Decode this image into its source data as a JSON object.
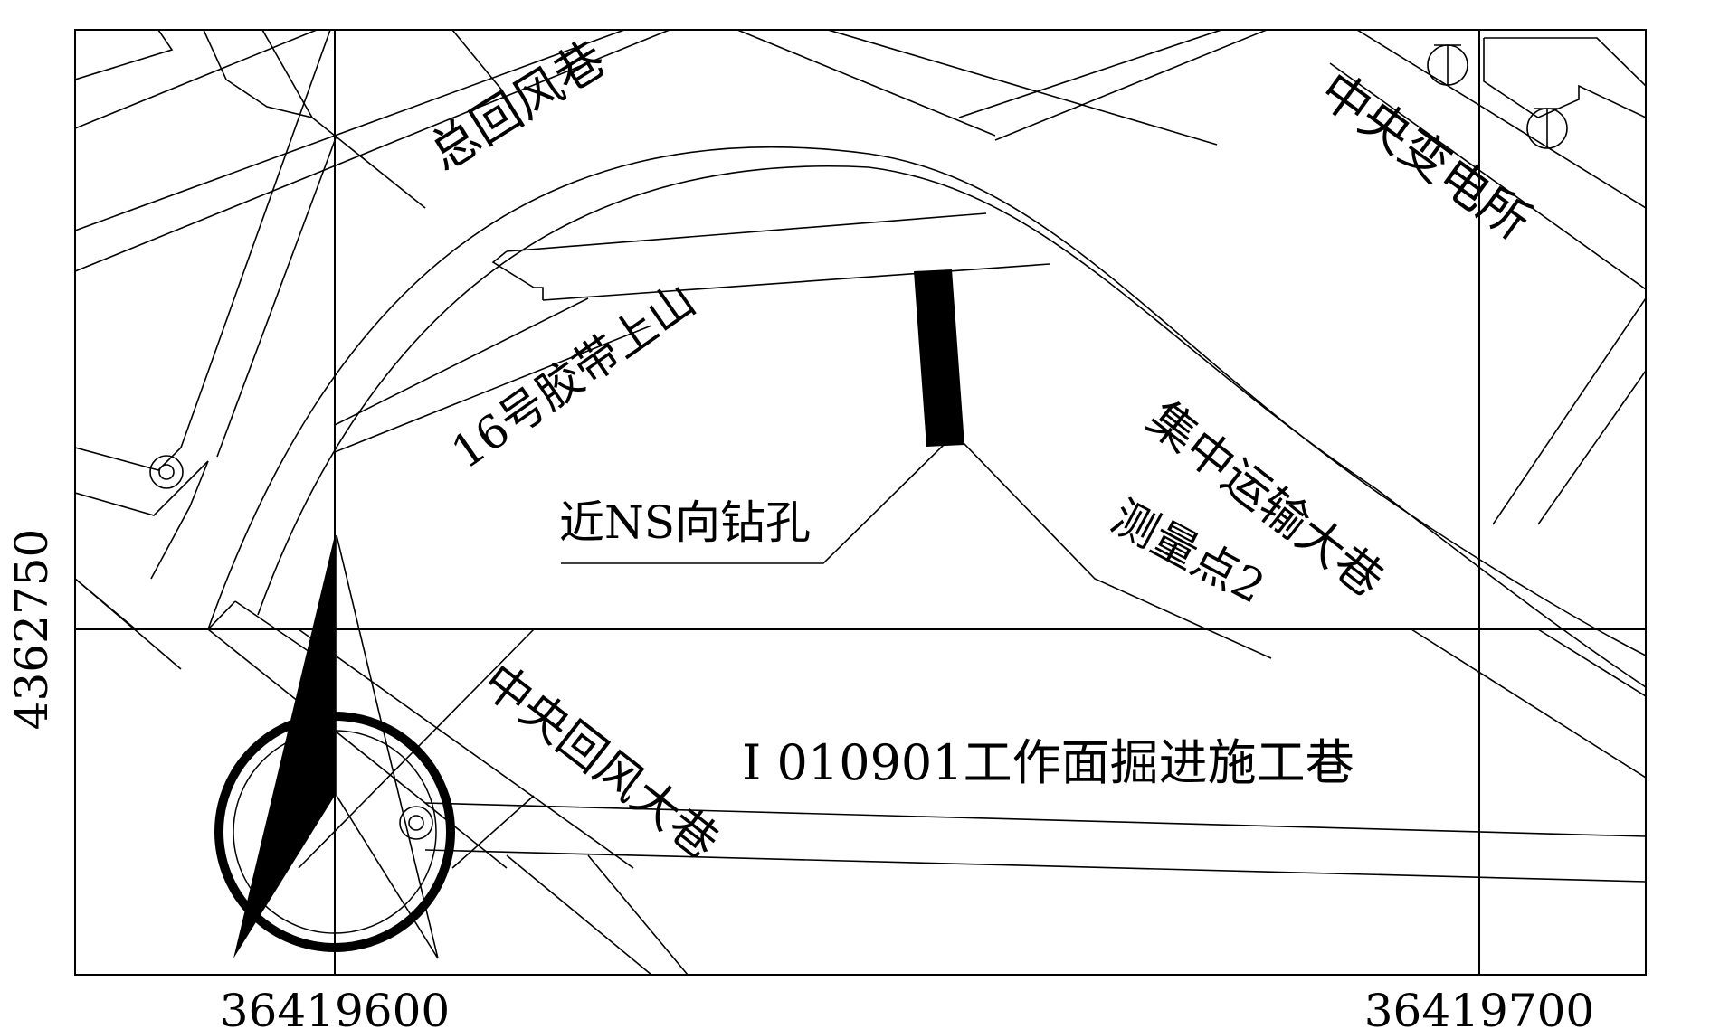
{
  "map": {
    "labels": {
      "return_air_main": "总回风巷",
      "central_substation": "中央变电所",
      "belt_incline_16": "16号胶带上山",
      "haulage_main": "集中运输大巷",
      "borehole": "近NS向钻孔",
      "survey_point": "测量点2",
      "central_return_air": "中央回风大巷",
      "work_face_roadway": "I 010901工作面掘进施工巷"
    },
    "coordinates": {
      "x_left": "36419600",
      "x_right": "36419700",
      "y_mid": "4362750"
    },
    "colors": {
      "line": "#000000",
      "background": "#ffffff",
      "borehole_fill": "#000000"
    },
    "icons": [
      "north-arrow-icon",
      "control-point-icon",
      "transformer-icon"
    ]
  }
}
